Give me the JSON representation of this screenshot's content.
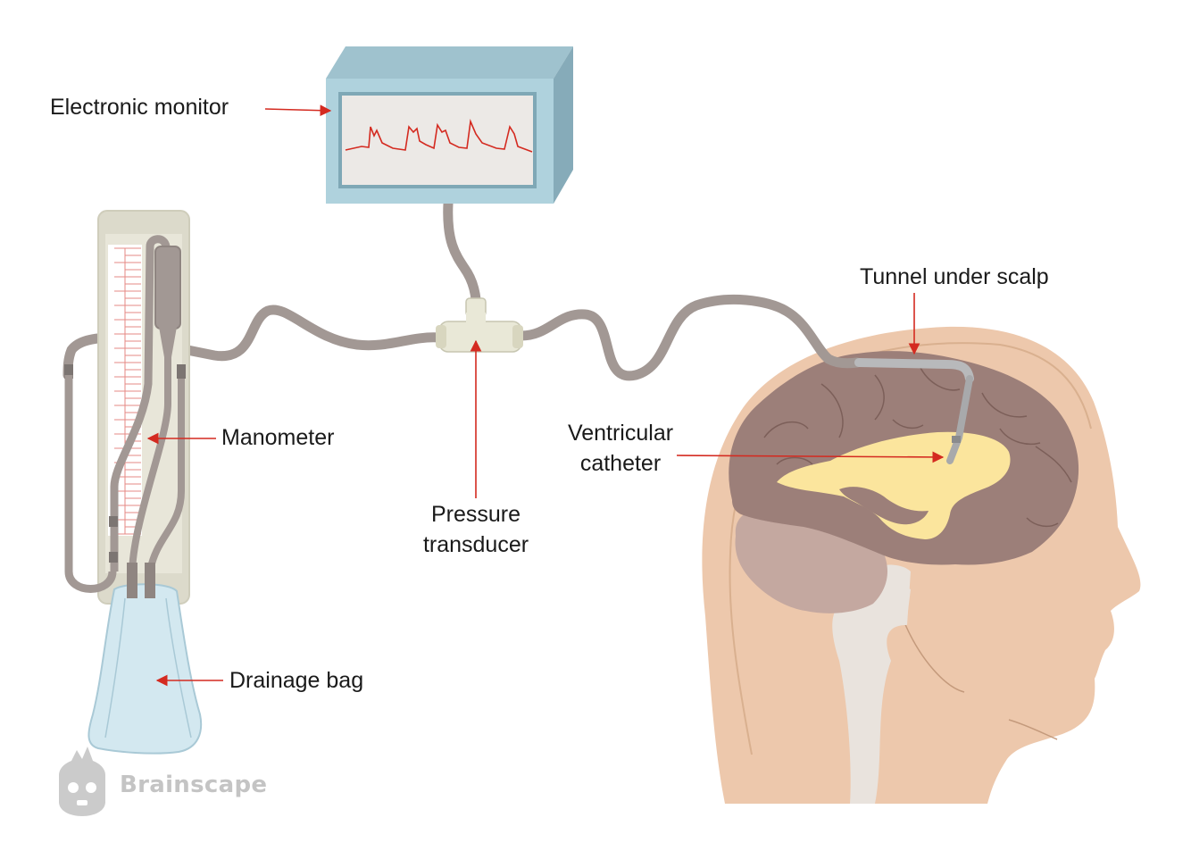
{
  "labels": {
    "electronic_monitor": "Electronic monitor",
    "tunnel_under_scalp": "Tunnel under scalp",
    "manometer": "Manometer",
    "ventricular_catheter_line1": "Ventricular",
    "ventricular_catheter_line2": "catheter",
    "pressure_transducer_line1": "Pressure",
    "pressure_transducer_line2": "transducer",
    "drainage_bag": "Drainage bag"
  },
  "brand": {
    "name": "Brainscape",
    "icon": "brainscape-logo-icon"
  },
  "colors": {
    "arrow": "#d42a20",
    "tubing": "#a29894",
    "monitor_body": "#a7cad4",
    "skin": "#edc8ac",
    "brain": "#9c7f79",
    "ventricle": "#fbe59d",
    "cerebellum": "#c4a8a0",
    "drainage_bag": "#d3e8f0"
  }
}
